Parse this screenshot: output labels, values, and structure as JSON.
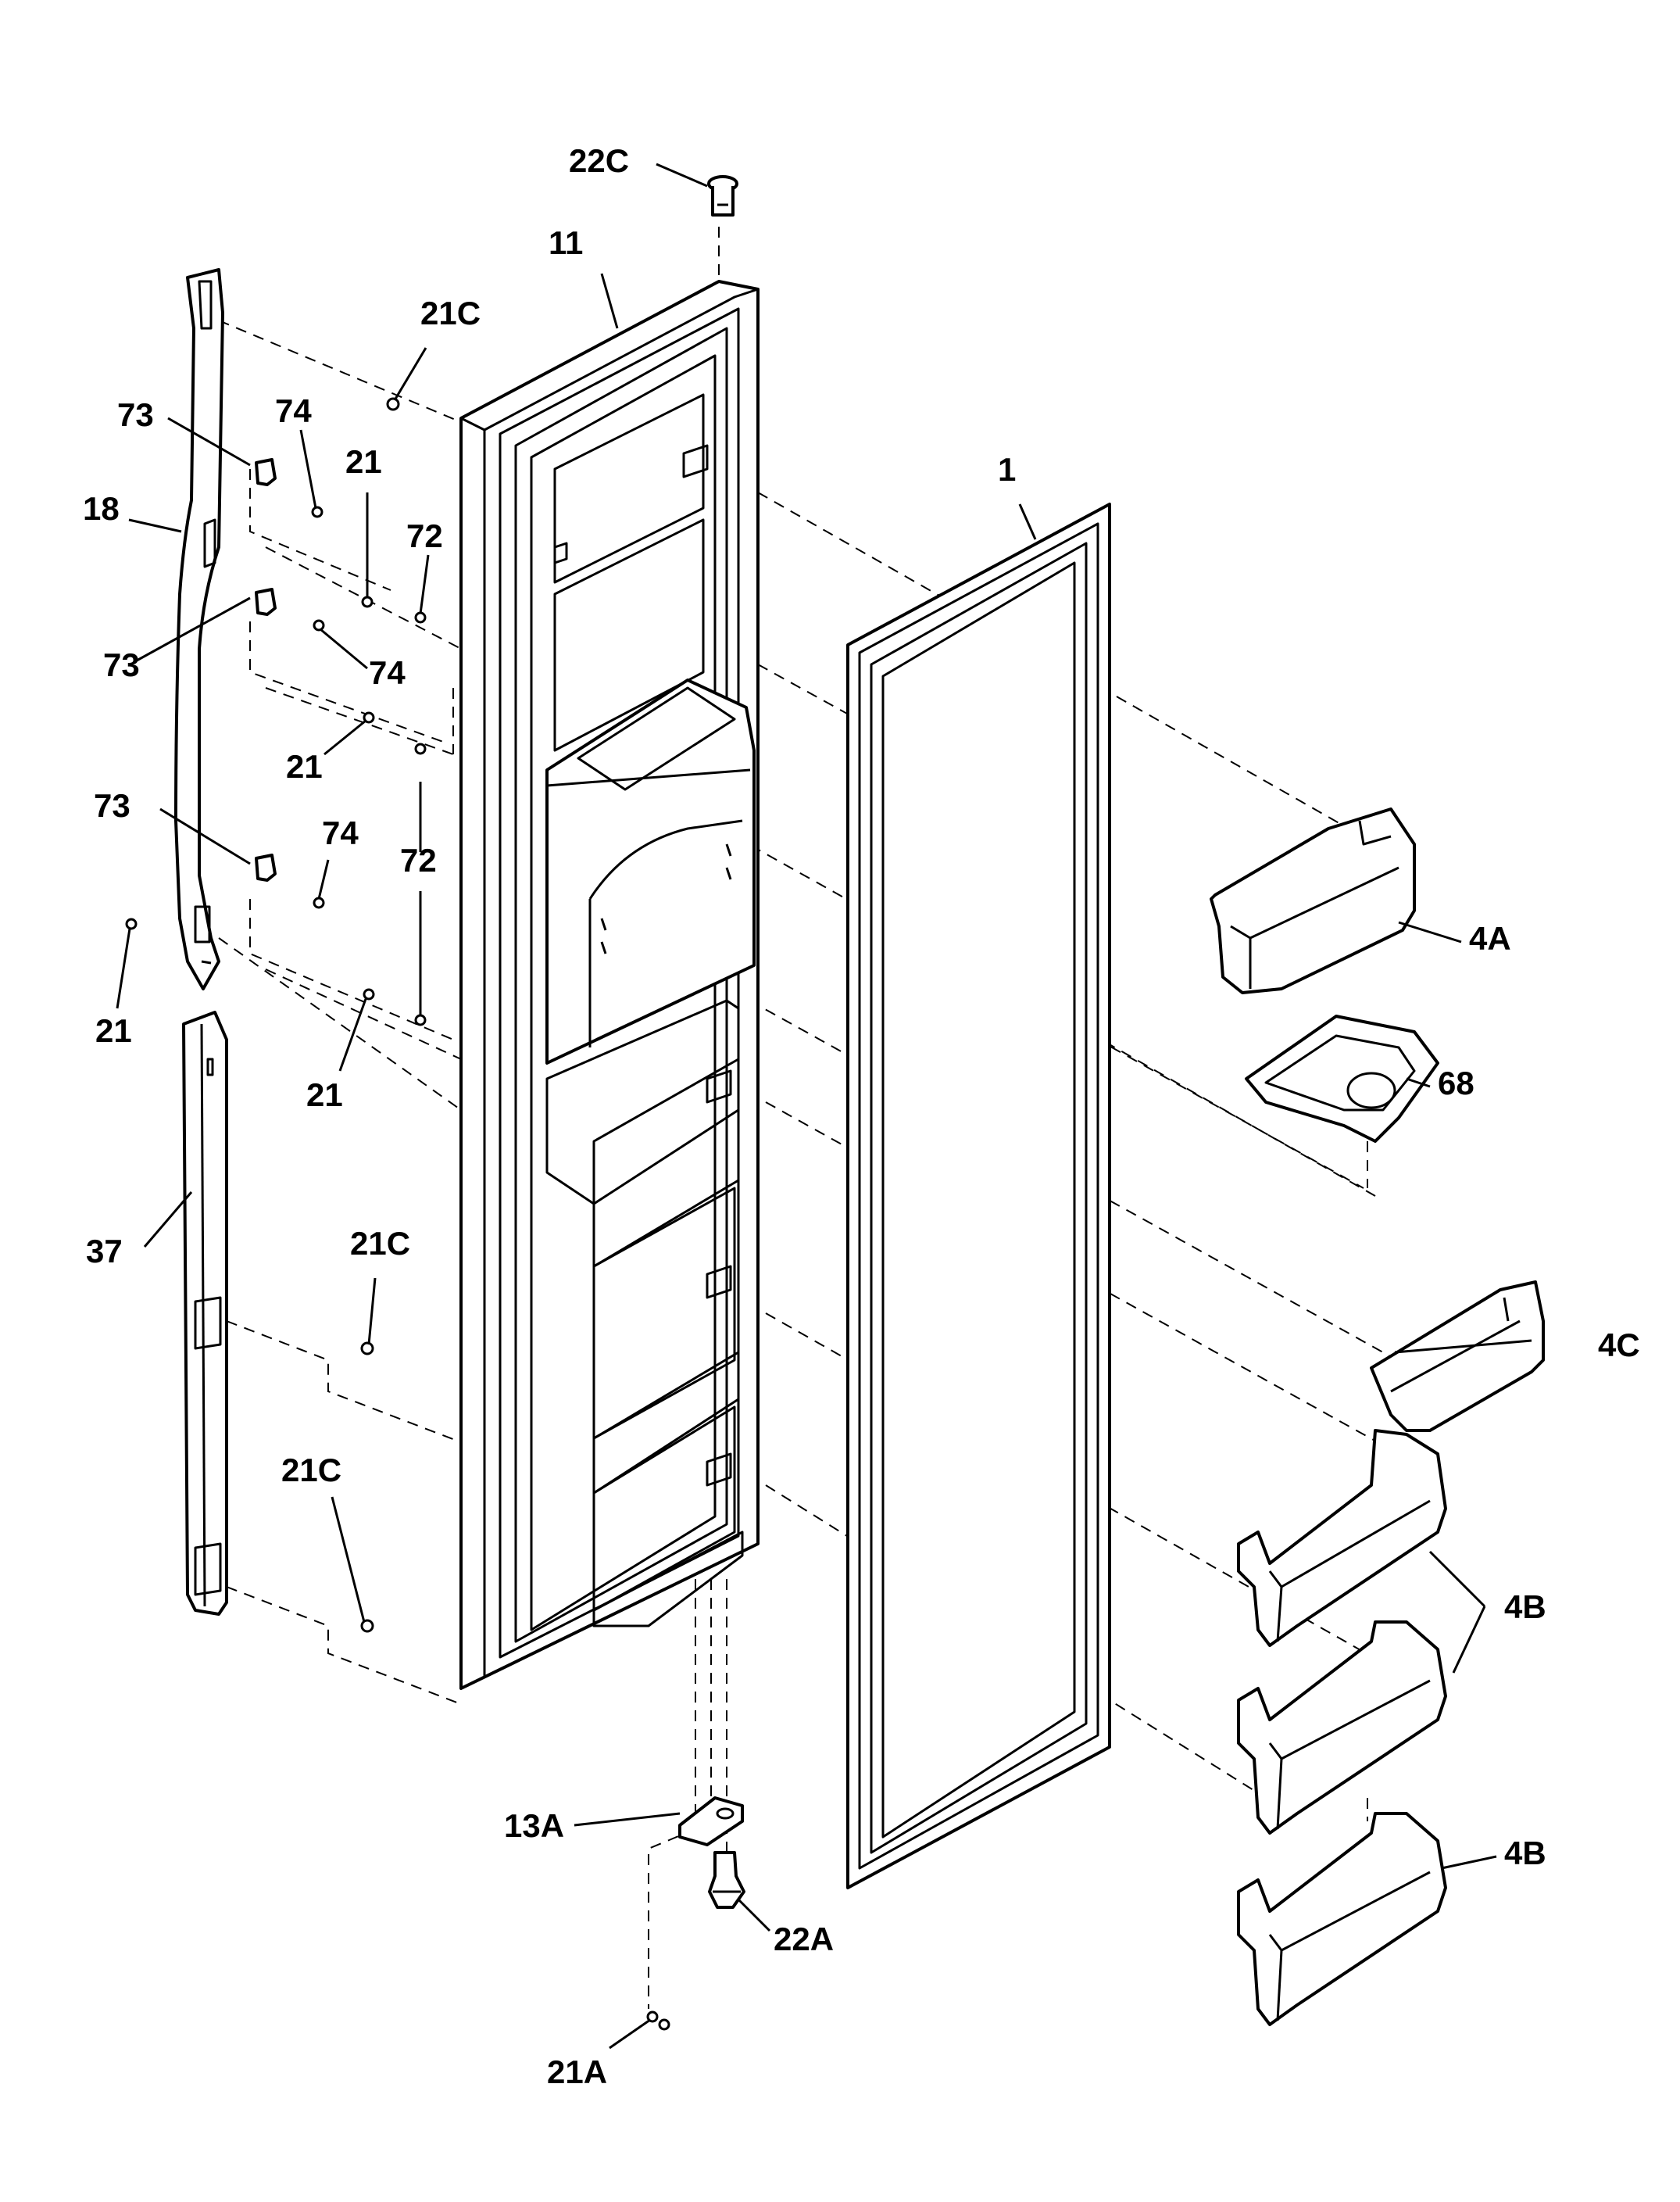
{
  "callouts": {
    "c_22C_top": "22C",
    "c_11": "11",
    "c_21C_top": "21C",
    "c_73_a": "73",
    "c_74_a": "74",
    "c_21_a": "21",
    "c_72_a": "72",
    "c_18": "18",
    "c_73_b": "73",
    "c_74_b": "74",
    "c_21_b": "21",
    "c_73_c": "73",
    "c_74_c": "74",
    "c_72_b": "72",
    "c_21_c": "21",
    "c_21_d": "21",
    "c_1": "1",
    "c_4A": "4A",
    "c_68": "68",
    "c_37": "37",
    "c_21C_mid": "21C",
    "c_4C": "4C",
    "c_21C_low": "21C",
    "c_4B_a": "4B",
    "c_4B_b": "4B",
    "c_13A": "13A",
    "c_22A": "22A",
    "c_21A": "21A"
  }
}
